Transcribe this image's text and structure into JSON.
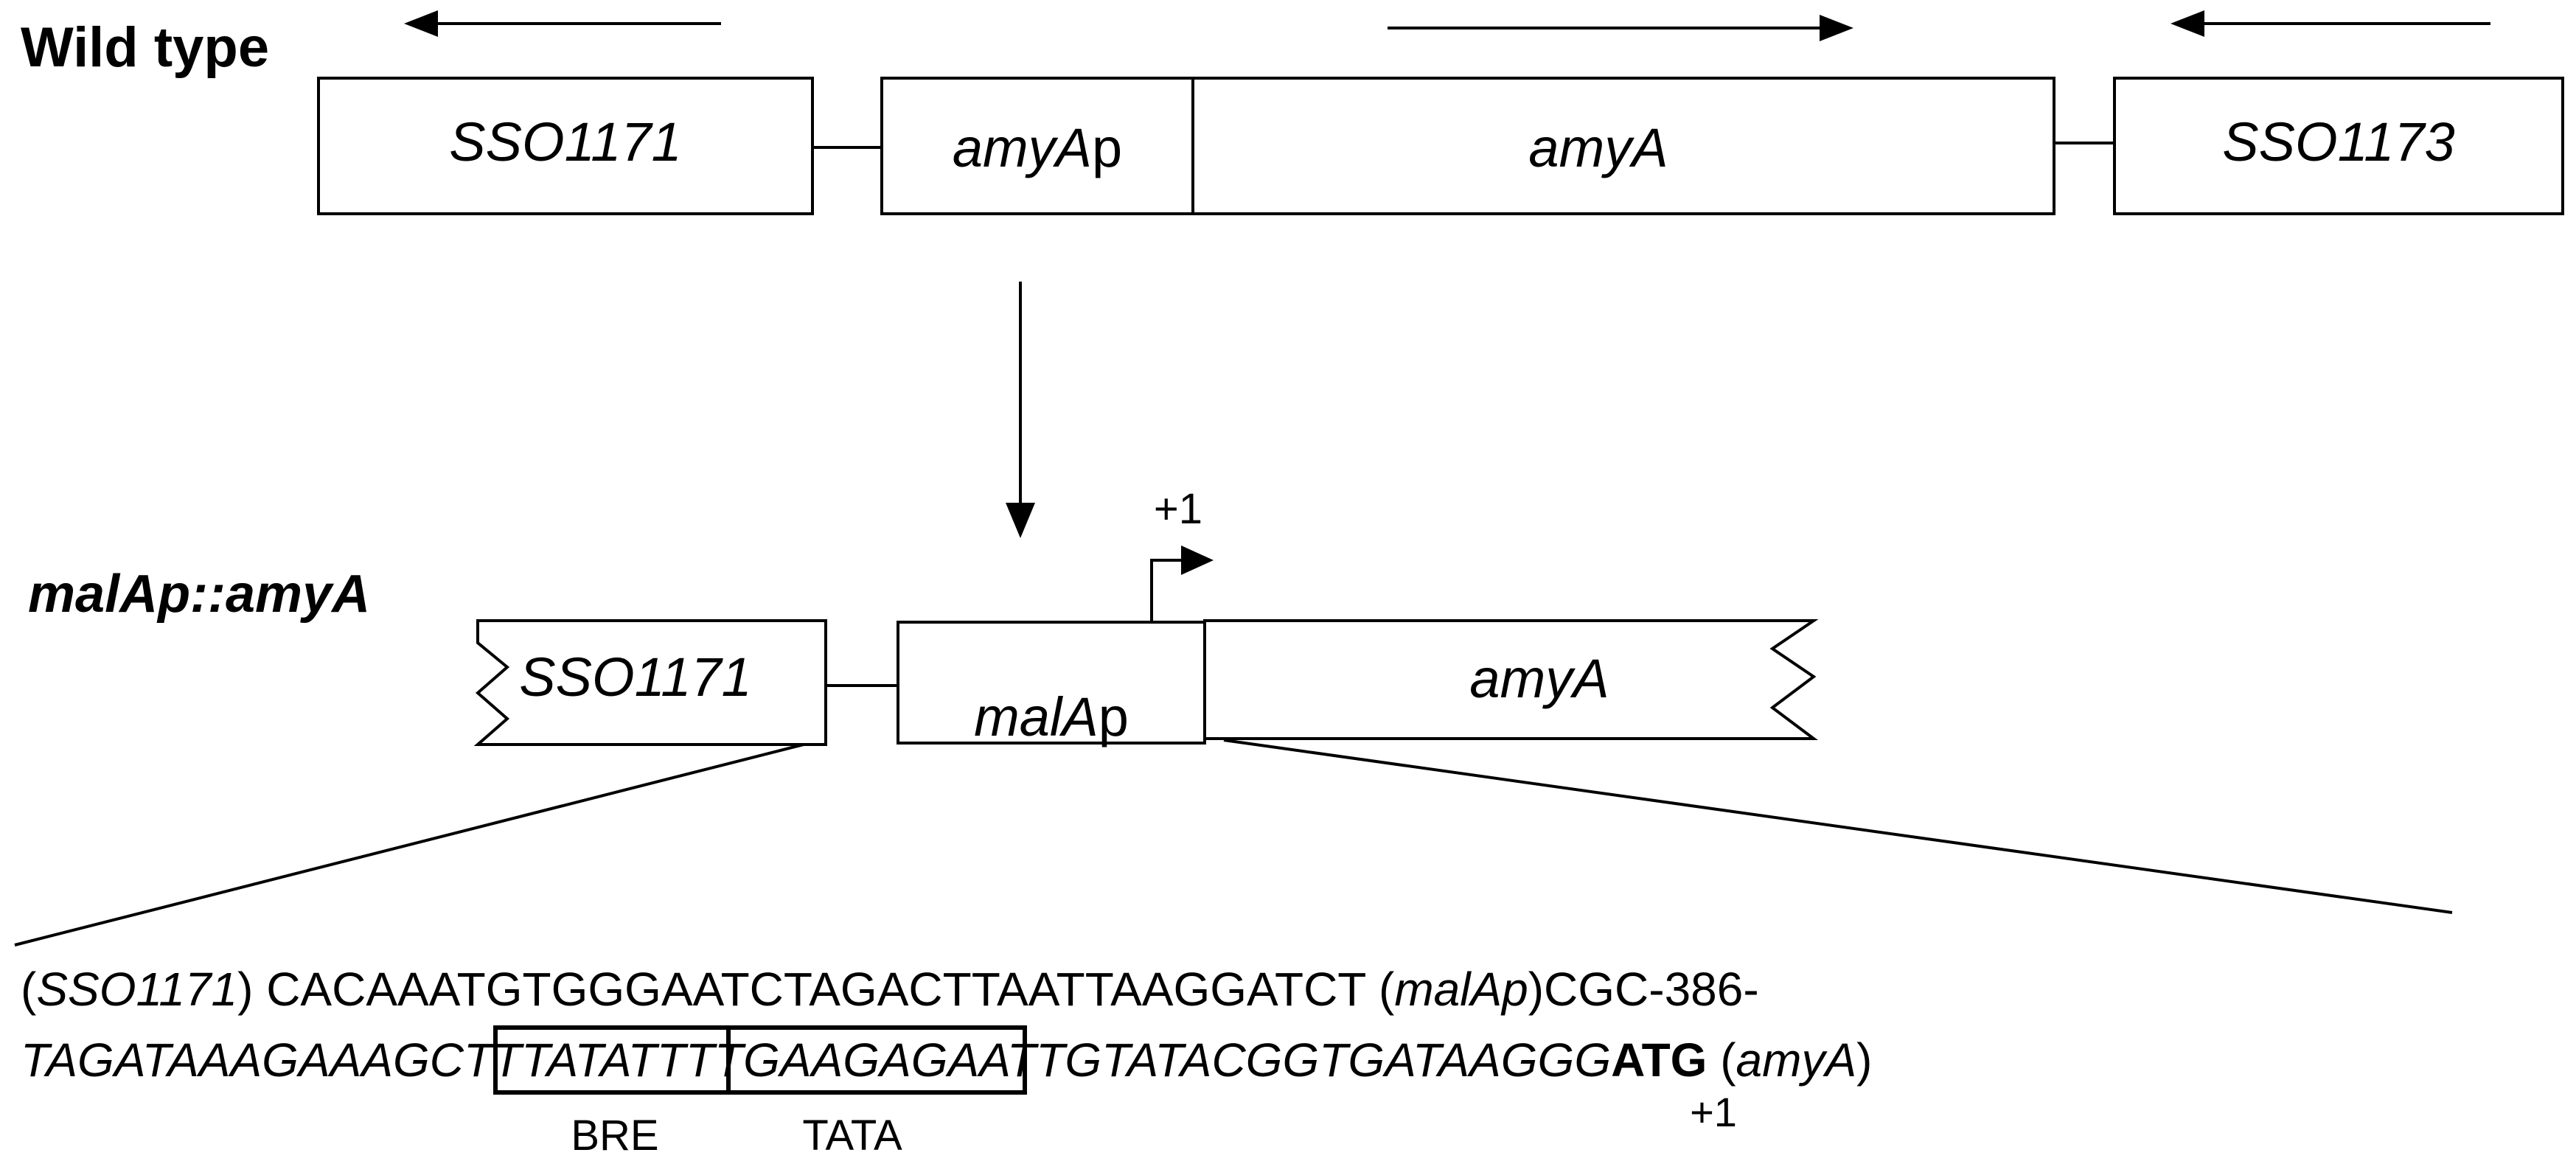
{
  "wild_type": {
    "title": "Wild type",
    "genes": {
      "sso1171": "SSO1171",
      "amyap_italic": "amyA",
      "amyap_suffix": "p",
      "amya": "amyA",
      "sso1173": "SSO1173"
    }
  },
  "construct": {
    "title_italic": "malAp",
    "title_sep": "::",
    "title_gene": "amyA",
    "genes": {
      "sso1171": "SSO1171",
      "malap_italic": "malA",
      "malap_suffix": "p",
      "amya": "amyA"
    },
    "tss": "+1"
  },
  "sequence": {
    "line1": {
      "open_paren": "(",
      "gene": "SSO1171",
      "close_paren": ")",
      "seq": " CACAAATGTGGGAATCTAGACTTAATTAAGGATCT ",
      "open_paren2": "(",
      "promoter": "malAp",
      "close_paren2": ")",
      "tail": "CGC-386-"
    },
    "line2": {
      "seq_start": "TAGATAAAGAAAG",
      "bre_seq": "CTTTAT",
      "tata_seq": "ATTTTGAA",
      "seq_end": "GAGAATTGTATACGGTGATAAGGG",
      "start_codon": "ATG",
      "space": " ",
      "open_paren": "(",
      "gene": "amyA",
      "close_paren": ")"
    },
    "box_labels": {
      "bre": "BRE",
      "tata": "TATA"
    },
    "tss": "+1"
  }
}
